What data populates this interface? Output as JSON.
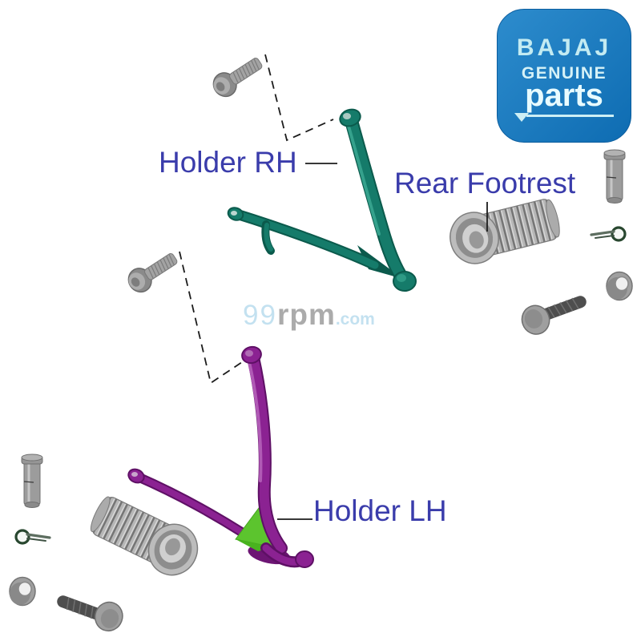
{
  "page": {
    "type": "product-parts-image",
    "background": "#ffffff"
  },
  "logo": {
    "brand": "BAJAJ",
    "line2": "GENUINE",
    "line3": "parts"
  },
  "labels": {
    "holder_rh": "Holder RH",
    "rear_footrest": "Rear Footrest",
    "holder_lh": "Holder LH"
  },
  "watermark": {
    "p1": "99",
    "p2": "rpm",
    "p3": ".com"
  },
  "parts_icons": [
    {
      "name": "holder-rh-bracket-icon",
      "color": "#157b6a"
    },
    {
      "name": "holder-lh-bracket-icon",
      "color": "#8b2292"
    },
    {
      "name": "rear-footrest-rubber-right-icon",
      "color": "#a8a8a8"
    },
    {
      "name": "rear-footrest-rubber-left-icon",
      "color": "#a8a8a8"
    },
    {
      "name": "socket-bolt-top-icon",
      "color": "#9e9e9e"
    },
    {
      "name": "socket-bolt-middle-icon",
      "color": "#9e9e9e"
    },
    {
      "name": "clevis-pin-right-icon",
      "color": "#9e9e9e"
    },
    {
      "name": "clevis-pin-left-icon",
      "color": "#9e9e9e"
    },
    {
      "name": "cotter-pin-right-icon",
      "color": "#2e4d3a"
    },
    {
      "name": "cotter-pin-left-icon",
      "color": "#2e4d3a"
    },
    {
      "name": "washer-right-icon",
      "color": "#9f9f9f"
    },
    {
      "name": "washer-left-icon",
      "color": "#9f9f9f"
    },
    {
      "name": "hex-bolt-right-icon",
      "color": "#4e4e4e"
    },
    {
      "name": "hex-bolt-left-icon",
      "color": "#4e4e4e"
    },
    {
      "name": "gusset-green-icon",
      "color": "#5cc42e"
    }
  ],
  "colors": {
    "label_text": "#3a3cab",
    "logo_blue_light": "#2d8ccd",
    "logo_blue_dark": "#0e6cb2",
    "logo_text": "#d6f2f7",
    "holder_rh_teal": "#157b6a",
    "holder_rh_teal_dark": "#0b5a4c",
    "holder_rh_teal_hi": "#35a18c",
    "holder_lh_purple": "#8b2292",
    "holder_lh_purple_dark": "#5e1065",
    "holder_lh_purple_hi": "#b05ab5",
    "gusset_green": "#5cc42e",
    "gusset_green_dark": "#44a51f",
    "watermark_blue": "#b9dcee",
    "watermark_gray": "#9d9d9d"
  }
}
